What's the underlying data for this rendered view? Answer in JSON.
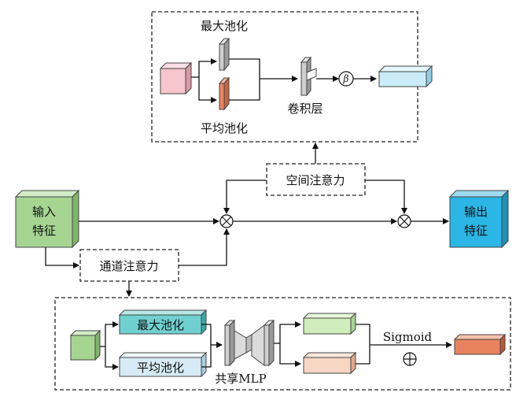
{
  "spatial_module": {
    "max_pool_label": "最大池化",
    "avg_pool_label": "平均池化",
    "conv_label": "卷积层",
    "beta_label": "β"
  },
  "main_flow": {
    "input_label_line1": "输入",
    "input_label_line2": "特征",
    "output_label_line1": "输出",
    "output_label_line2": "特征",
    "spatial_attention_label": "空间注意力",
    "channel_attention_label": "通道注意力",
    "multiply_symbol": "⊗"
  },
  "channel_module": {
    "max_pool_label": "最大池化",
    "avg_pool_label": "平均池化",
    "shared_mlp_label": "共享MLP",
    "sigmoid_label": "Sigmoid",
    "add_symbol": "⊕"
  },
  "colors": {
    "input_green": "#a6d592",
    "output_blue": "#2bb6e6",
    "spatial_pink": "#f6c6cc",
    "spatial_cyan": "#c9ecf8",
    "maxpool_gray": "#cfcfcf",
    "avgpool_orange": "#e9875f",
    "channel_teal": "#6fd0cf",
    "channel_lightblue": "#d6ebf5",
    "mlp_green": "#cfeebb",
    "mlp_peach": "#f8d6c4",
    "final_orange": "#e8825e"
  }
}
